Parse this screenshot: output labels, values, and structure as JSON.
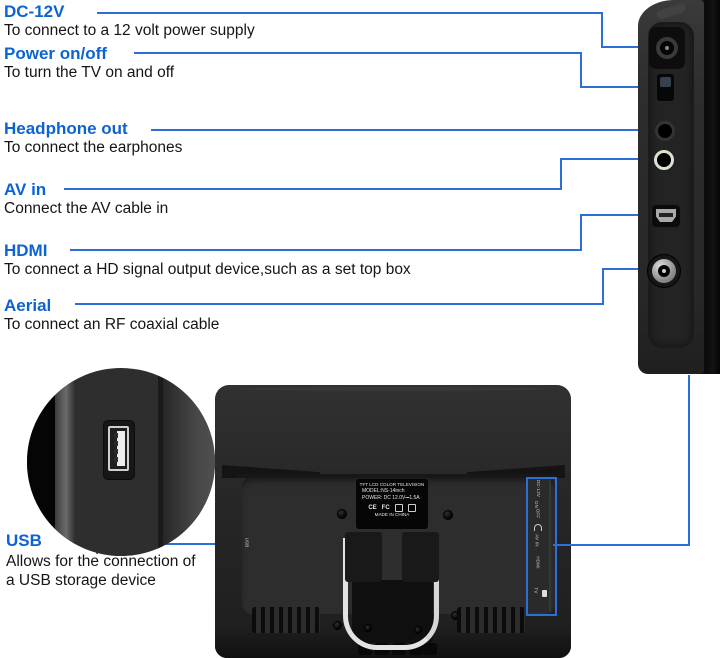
{
  "colors": {
    "accent_blue": "#0d63d1",
    "leader_line_blue": "#2e6fd6",
    "body_text": "#151515",
    "background": "#ffffff"
  },
  "callouts": [
    {
      "id": "dc12v",
      "label": "DC-12V",
      "description": "To connect to a 12 volt power supply"
    },
    {
      "id": "power",
      "label": "Power on/off",
      "description": "To turn the TV on and off"
    },
    {
      "id": "headphone",
      "label": "Headphone out",
      "description": "To connect the earphones"
    },
    {
      "id": "avin",
      "label": "AV in",
      "description": "Connect the AV cable in"
    },
    {
      "id": "hdmi",
      "label": "HDMI",
      "description": "To connect a HD signal output device,such as a set top box"
    },
    {
      "id": "aerial",
      "label": "Aerial",
      "description": "To connect an RF coaxial cable"
    },
    {
      "id": "usb",
      "label": "USB",
      "description": "Allows for the connection of a USB storage device"
    }
  ],
  "side_panel_ports": [
    "dc-jack",
    "power-switch",
    "headphone-jack",
    "av-jack",
    "hdmi-port",
    "rf-aerial-connector"
  ],
  "inset": {
    "port": "usb-port"
  },
  "back_view": {
    "sticker": {
      "line1": "TFT LCD COLOR TELEVISION",
      "line2": "MODEL:NS-14inch",
      "line3": "POWER: DC 12.0V⎓1.5A",
      "marks": [
        "CE",
        "FC"
      ],
      "line4": "MADE IN CHINA"
    },
    "usb_marking": "USB",
    "port_strip_labels": [
      "DC-12V",
      "ON",
      "OFF",
      "AV IN",
      "HDMI",
      "TV"
    ]
  }
}
